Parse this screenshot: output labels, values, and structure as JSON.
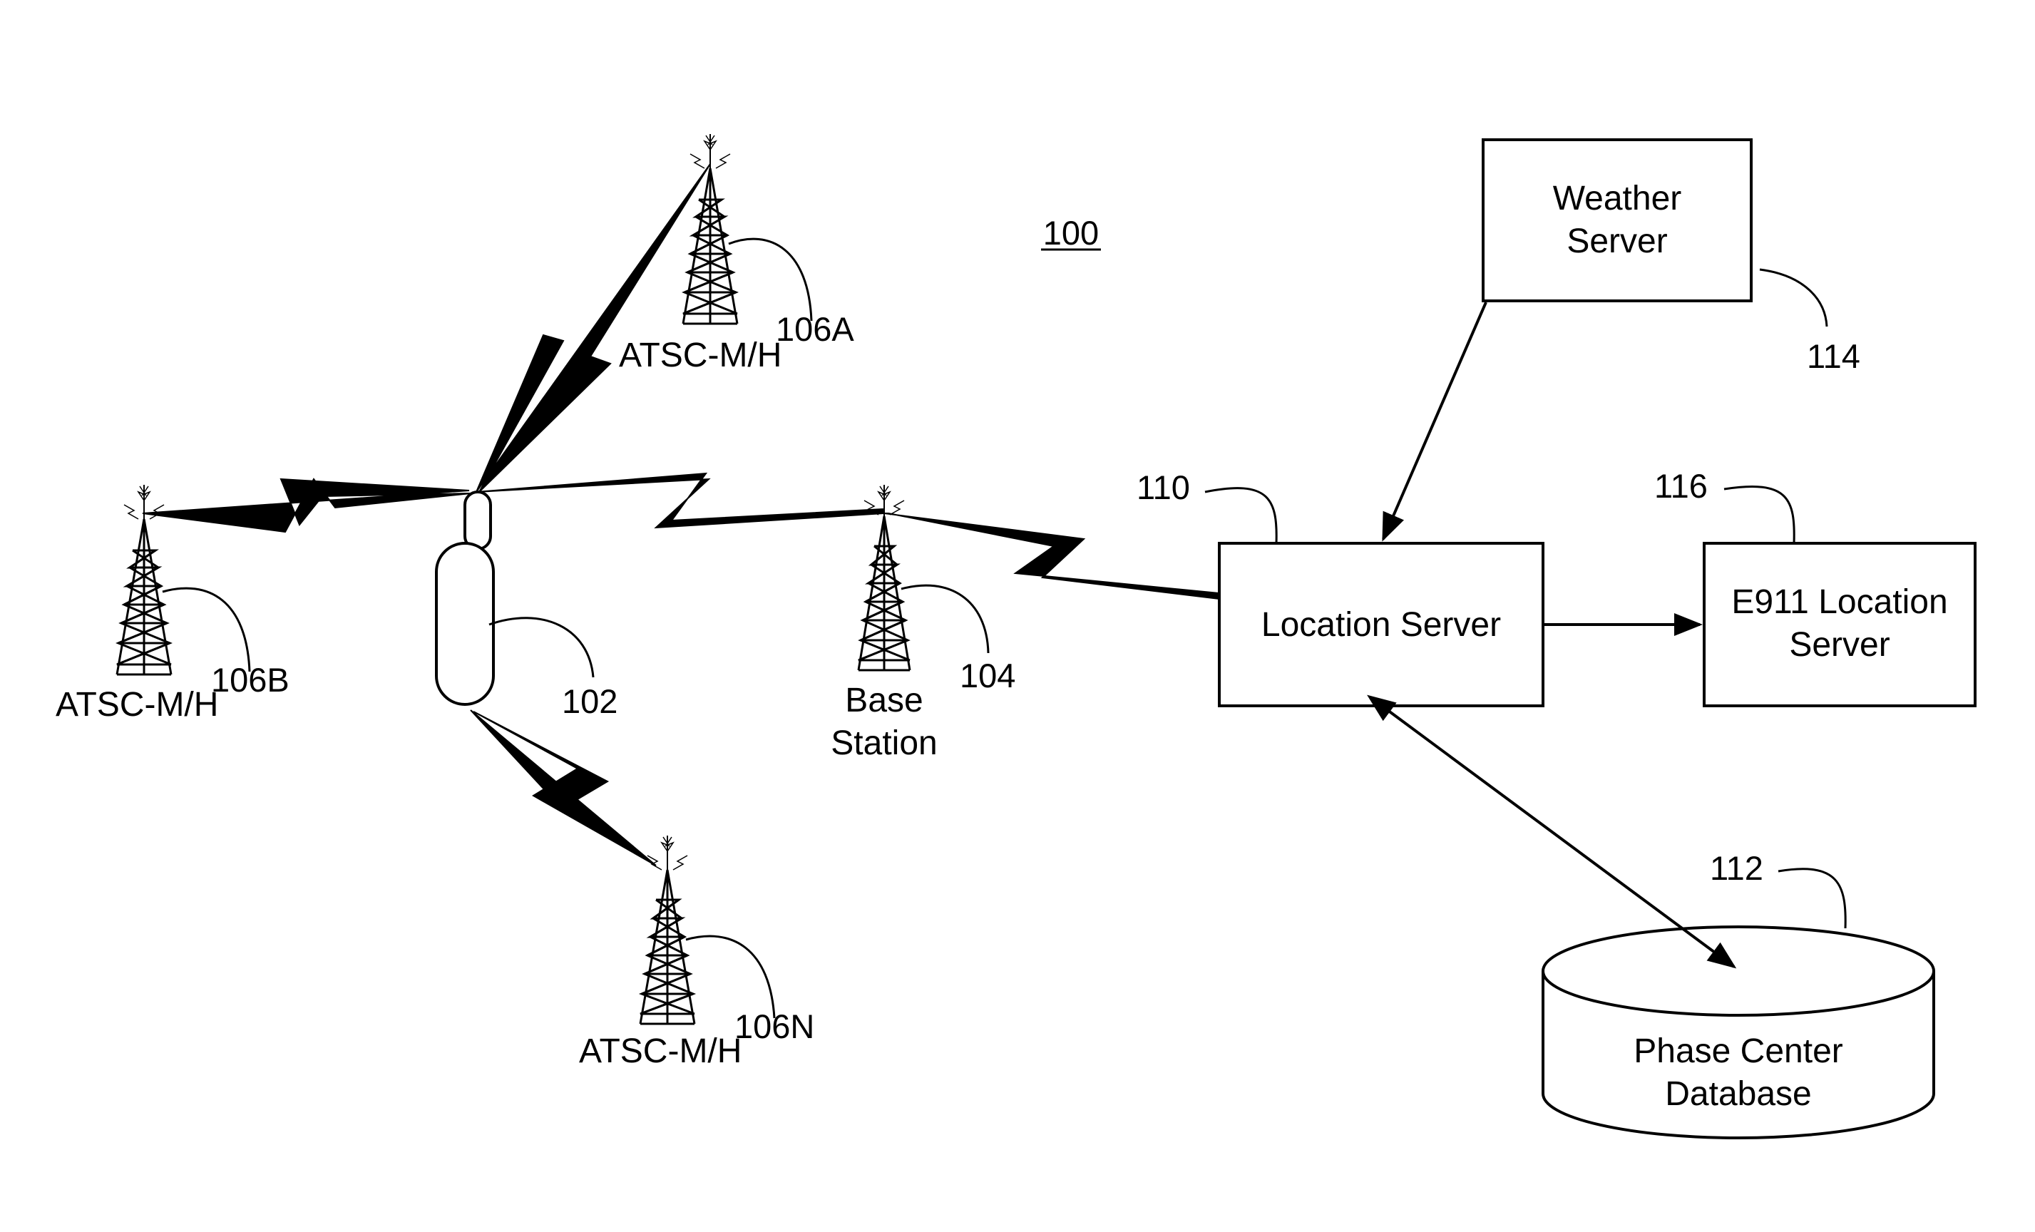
{
  "figure_ref": "100",
  "handset": {
    "ref": "102"
  },
  "base_station": {
    "label_line1": "Base",
    "label_line2": "Station",
    "ref": "104"
  },
  "towers": [
    {
      "id": "a",
      "label": "ATSC-M/H",
      "ref": "106A"
    },
    {
      "id": "b",
      "label": "ATSC-M/H",
      "ref": "106B"
    },
    {
      "id": "n",
      "label": "ATSC-M/H",
      "ref": "106N"
    }
  ],
  "location_server": {
    "label": "Location Server",
    "ref": "110"
  },
  "phase_center_db": {
    "label_line1": "Phase Center",
    "label_line2": "Database",
    "ref": "112"
  },
  "weather_server": {
    "label_line1": "Weather",
    "label_line2": "Server",
    "ref": "114"
  },
  "e911_server": {
    "label_line1": "E911 Location",
    "label_line2": "Server",
    "ref": "116"
  }
}
